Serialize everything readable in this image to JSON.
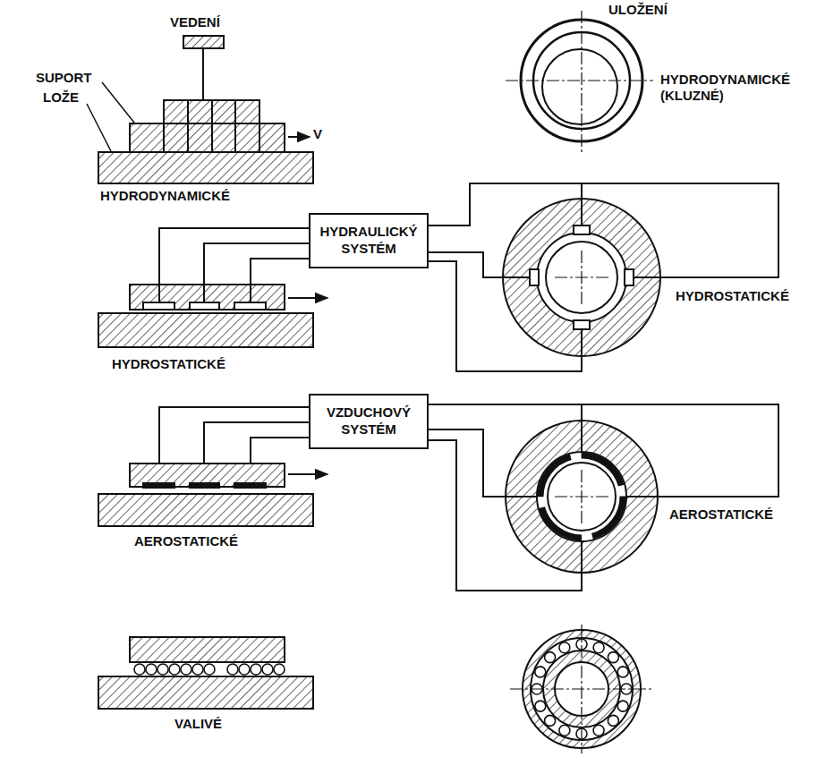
{
  "diagram": {
    "nodes": [
      {
        "text": [
          "HYDRAULICKÝ SYSTÉM"
        ]
      },
      {
        "text": [
          "VZDUCHOVÝ SYSTÉM"
        ]
      }
    ],
    "labels": [
      "VEDENÍ",
      "SUPORT",
      "LOŽE",
      "V",
      "HYDRODYNAMICKÉ",
      "ULOŽENÍ",
      "HYDRODYNAMICKÉ (KLUZNÉ)",
      "HYDROSTATICKÉ",
      "HYDROSTATICKÉ",
      "AEROSTATICKÉ",
      "AEROSTATICKÉ",
      "VALIVÉ"
    ]
  }
}
